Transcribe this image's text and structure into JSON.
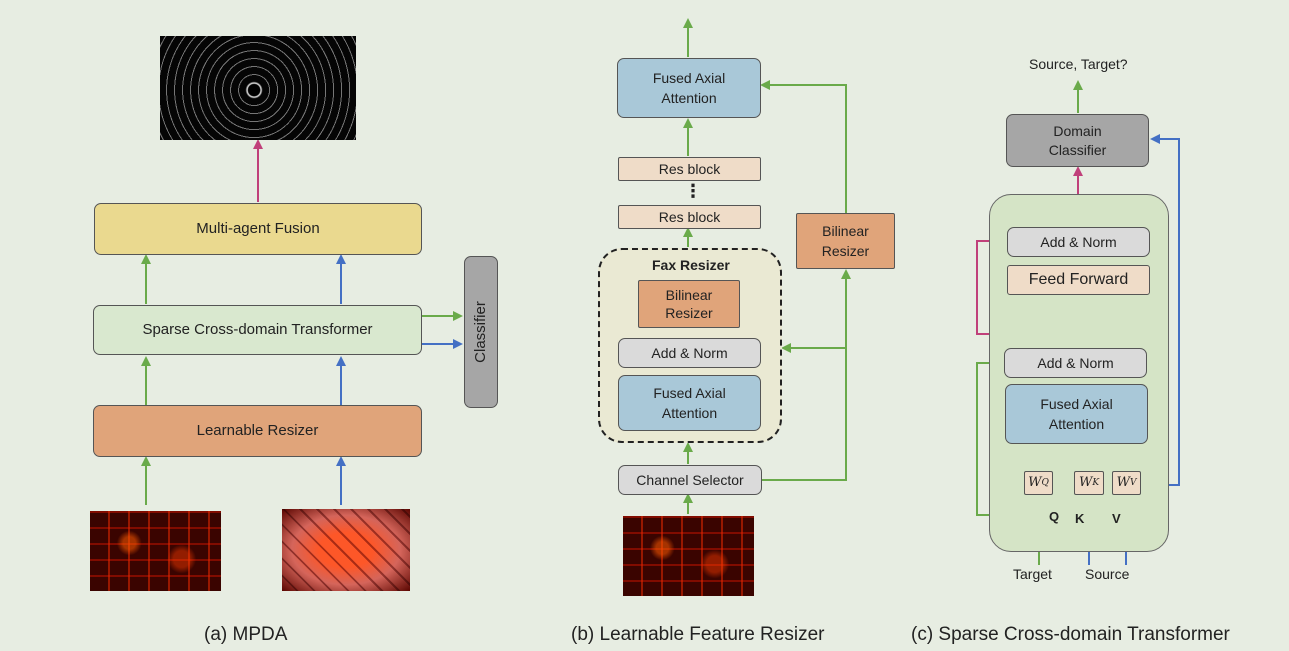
{
  "panel_a": {
    "caption": "(a) MPDA",
    "multi_agent_fusion": "Multi-agent Fusion",
    "sparse_transformer": "Sparse Cross-domain Transformer",
    "learnable_resizer": "Learnable Resizer",
    "classifier": "Classifier"
  },
  "panel_b": {
    "caption": "(b) Learnable Feature Resizer",
    "fused_axial_top": "Fused Axial\nAttention",
    "res_block_1": "Res block",
    "ellipsis": "⋮",
    "res_block_2": "Res block",
    "fax_resizer_title": "Fax Resizer",
    "bilinear_inner": "Bilinear\nResizer",
    "add_norm": "Add & Norm",
    "fused_axial_inner": "Fused Axial\nAttention",
    "channel_selector": "Channel Selector",
    "bilinear_side": "Bilinear\nResizer"
  },
  "panel_c": {
    "caption": "(c) Sparse Cross-domain Transformer",
    "output_label": "Source, Target?",
    "domain_classifier": "Domain\nClassifier",
    "add_norm_top": "Add & Norm",
    "feed_forward": "Feed Forward",
    "add_norm_bottom": "Add & Norm",
    "fused_axial": "Fused Axial\nAttention",
    "wq_base": "W",
    "wq_sub": "Q",
    "wk_base": "W",
    "wk_sub": "K",
    "wv_base": "W",
    "wv_sub": "V",
    "q_label": "Q",
    "k_label": "K",
    "v_label": "V",
    "target_label": "Target",
    "source_label": "Source"
  },
  "colors": {
    "green_arrow": "#6aaa4a",
    "blue_arrow": "#4470c4",
    "magenta_arrow": "#c0407a"
  }
}
